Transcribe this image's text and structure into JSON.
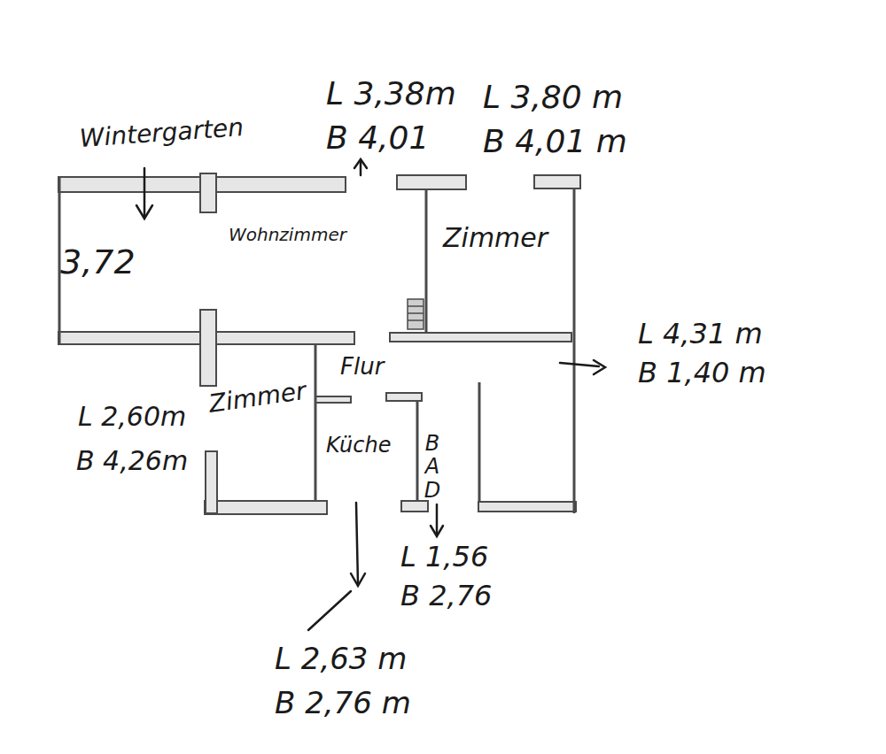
{
  "diagram": {
    "labels": [
      "L 3,38m",
      "L 3,80 m",
      "B 4,01",
      "B 4,01 m",
      "Wintergarten",
      "Wohnzimmer",
      "Zimmer",
      "3,72",
      "L 4,31 m",
      "Flur",
      "B 1,40 m",
      "Zimmer",
      "L 2,60m",
      "Küche",
      "BAD",
      "B 4,26m",
      "L 1,56",
      "B 2,76",
      "L 2,63 m",
      "B 2,76 m"
    ]
  }
}
